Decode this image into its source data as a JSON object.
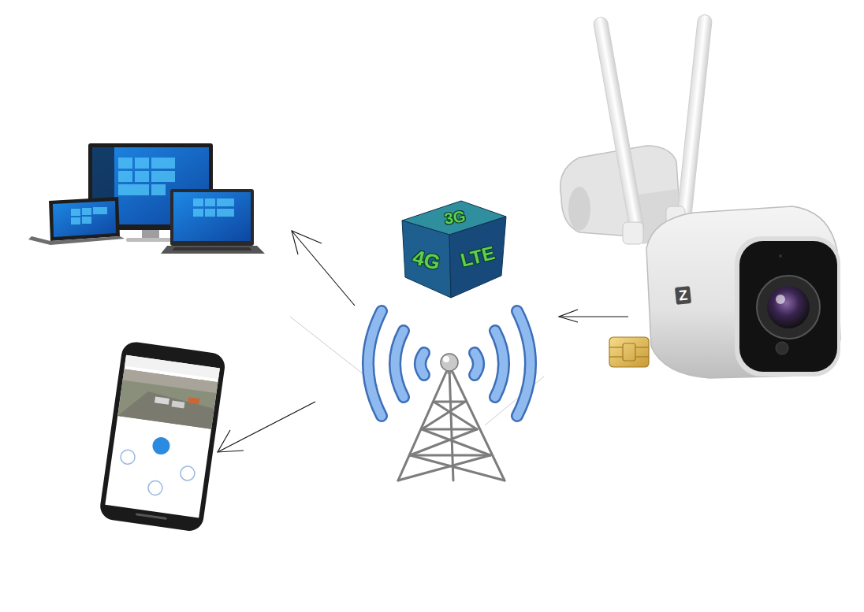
{
  "diagram": {
    "nodes": [
      {
        "text": [
          "3G",
          "4G",
          "LTE"
        ]
      }
    ],
    "labels": [
      "Z"
    ]
  }
}
